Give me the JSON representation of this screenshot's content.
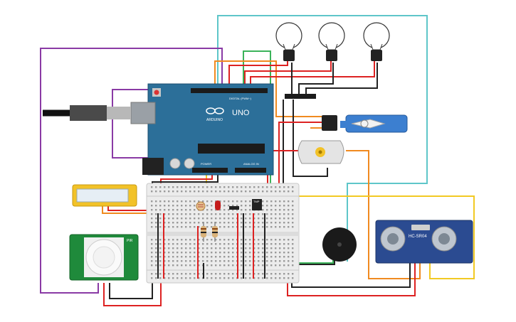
{
  "arduino": {
    "brand_text": "ARDUINO",
    "model_text": "UNO",
    "digital_label": "DIGITAL (PWM~)",
    "analog_label": "ANALOG IN",
    "power_label": "POWER"
  },
  "ultrasonic": {
    "model_text": "HC-SR04"
  },
  "sensor_chip": {
    "label": "TMP"
  },
  "pir": {
    "label": "PIR"
  },
  "colors": {
    "arduino_board": "#2c6f99",
    "breadboard": "#ececec",
    "wire_red": "#d22",
    "wire_black": "#222",
    "wire_orange": "#f08a20",
    "wire_yellow": "#f2c923",
    "wire_green": "#3bb35a",
    "wire_purple": "#8a3aa5",
    "wire_cyan": "#5ec6c9",
    "pir_board": "#1f8a3b",
    "ultrasonic_board": "#2b4b91",
    "servo_body": "#3c7fd0"
  }
}
